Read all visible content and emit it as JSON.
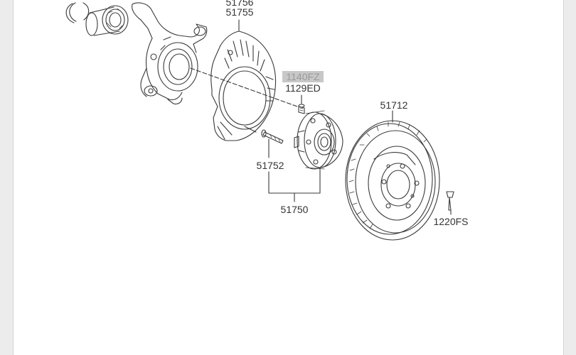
{
  "diagram": {
    "part_labels": {
      "backing_plate_a": "51756",
      "backing_plate_b": "51755",
      "bolt_highlighted": "1140FZ",
      "bolt": "1129ED",
      "disc": "51712",
      "hub_bolt": "51752",
      "hub_assembly": "51750",
      "disc_screw": "1220FS"
    },
    "colors": {
      "line": "#3a3a3a",
      "highlight_bg": "#c8c8c8",
      "highlight_text": "#9a9a9a",
      "paper": "#ffffff"
    }
  }
}
